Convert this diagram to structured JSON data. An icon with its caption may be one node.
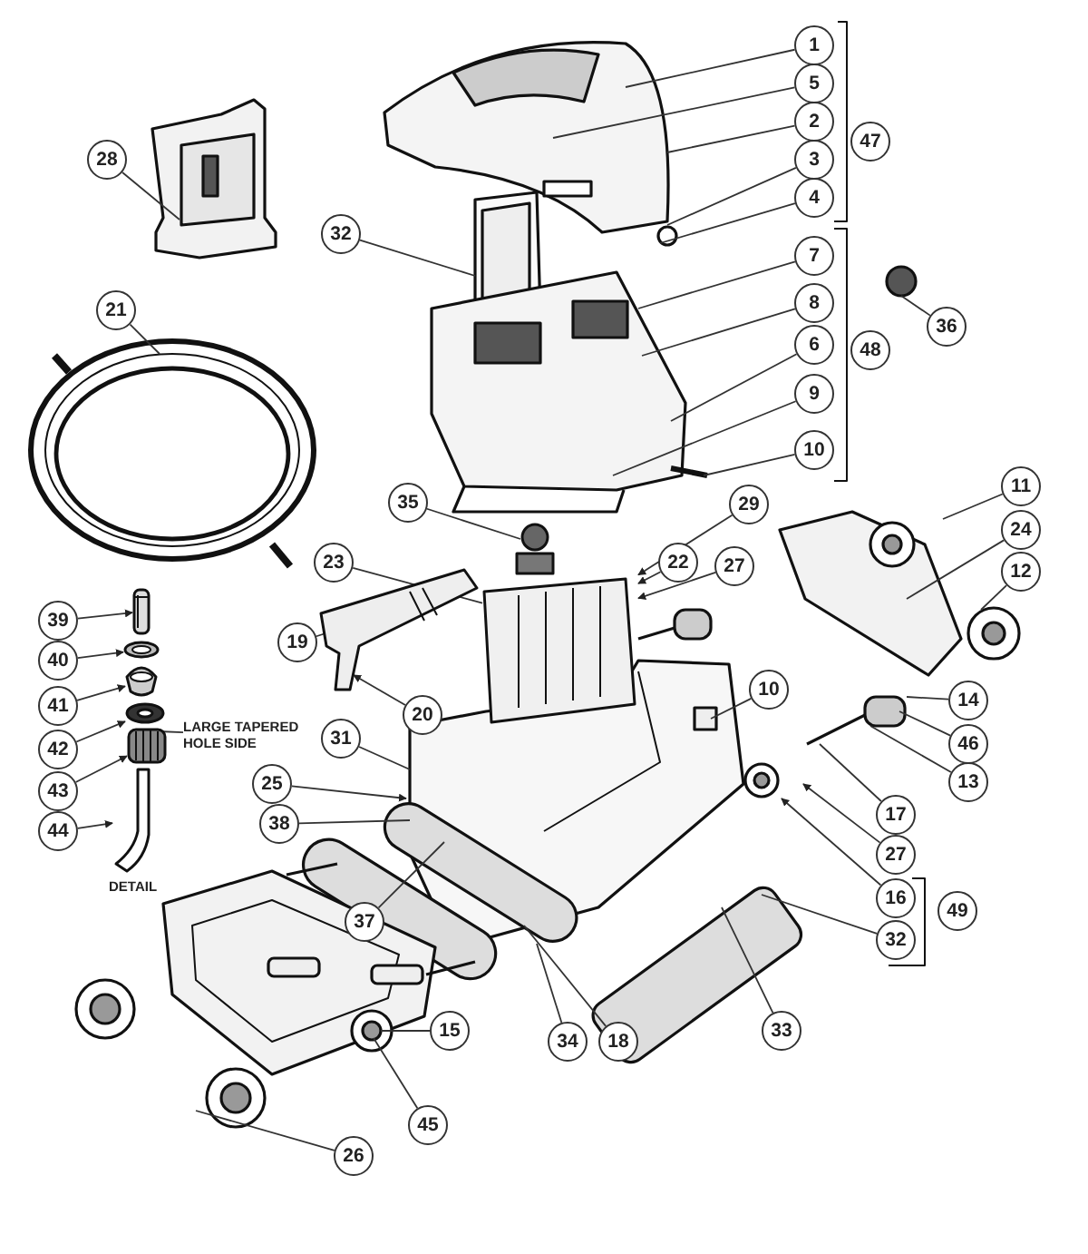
{
  "diagram": {
    "nodes": [
      {
        "text": [
          "1"
        ]
      },
      {
        "text": [
          "5"
        ]
      },
      {
        "text": [
          "2"
        ]
      },
      {
        "text": [
          "3"
        ]
      },
      {
        "text": [
          "4"
        ]
      },
      {
        "text": [
          "47"
        ]
      },
      {
        "text": [
          "7"
        ]
      },
      {
        "text": [
          "8"
        ]
      },
      {
        "text": [
          "6"
        ]
      },
      {
        "text": [
          "9"
        ]
      },
      {
        "text": [
          "10"
        ]
      },
      {
        "text": [
          "48"
        ]
      },
      {
        "text": [
          "36"
        ]
      },
      {
        "text": [
          "28"
        ]
      },
      {
        "text": [
          "32"
        ]
      },
      {
        "text": [
          "21"
        ]
      },
      {
        "text": [
          "35"
        ]
      },
      {
        "text": [
          "23"
        ]
      },
      {
        "text": [
          "29"
        ]
      },
      {
        "text": [
          "22"
        ]
      },
      {
        "text": [
          "27"
        ]
      },
      {
        "text": [
          "11"
        ]
      },
      {
        "text": [
          "24"
        ]
      },
      {
        "text": [
          "12"
        ]
      },
      {
        "text": [
          "39"
        ]
      },
      {
        "text": [
          "40"
        ]
      },
      {
        "text": [
          "41"
        ]
      },
      {
        "text": [
          "42"
        ]
      },
      {
        "text": [
          "43"
        ]
      },
      {
        "text": [
          "44"
        ]
      },
      {
        "text": [
          "LARGE TAPERED HOLE SIDE"
        ]
      },
      {
        "text": [
          "19"
        ]
      },
      {
        "text": [
          "20"
        ]
      },
      {
        "text": [
          "31"
        ]
      },
      {
        "text": [
          "25"
        ]
      },
      {
        "text": [
          "38"
        ]
      },
      {
        "text": [
          "10"
        ]
      },
      {
        "text": [
          "14"
        ]
      },
      {
        "text": [
          "46"
        ]
      },
      {
        "text": [
          "13"
        ]
      },
      {
        "text": [
          "37"
        ]
      },
      {
        "text": [
          "17"
        ]
      },
      {
        "text": [
          "27"
        ]
      },
      {
        "text": [
          "16"
        ]
      },
      {
        "text": [
          "32"
        ]
      },
      {
        "text": [
          "49"
        ]
      },
      {
        "text": [
          "15"
        ]
      },
      {
        "text": [
          "34"
        ]
      },
      {
        "text": [
          "18"
        ]
      },
      {
        "text": [
          "33"
        ]
      },
      {
        "text": [
          "45"
        ]
      },
      {
        "text": [
          "26"
        ]
      },
      {
        "text": [],
        "shape": "picture"
      },
      {
        "text": [],
        "shape": "picture"
      },
      {
        "text": [],
        "shape": "picture"
      },
      {
        "text": [],
        "shape": "picture"
      },
      {
        "text": [],
        "shape": "picture"
      },
      {
        "text": [],
        "shape": "picture"
      },
      {
        "text": [],
        "shape": "picture"
      },
      {
        "text": [],
        "shape": "picture"
      }
    ],
    "edges": [
      {
        "from": 0,
        "to": null,
        "arrow": "none"
      },
      {
        "from": 1,
        "to": null,
        "arrow": "none"
      },
      {
        "from": 2,
        "to": null,
        "arrow": "none"
      },
      {
        "from": 3,
        "to": null,
        "arrow": "none"
      },
      {
        "from": 4,
        "to": null,
        "arrow": "none"
      },
      {
        "from": 6,
        "to": null,
        "arrow": "none"
      },
      {
        "from": 7,
        "to": null,
        "arrow": "none"
      },
      {
        "from": 8,
        "to": null,
        "arrow": "none"
      },
      {
        "from": 9,
        "to": null,
        "arrow": "none"
      },
      {
        "from": 10,
        "to": null,
        "arrow": "none"
      },
      {
        "from": 12,
        "to": null,
        "arrow": "none"
      },
      {
        "from": 13,
        "to": null,
        "arrow": "none"
      },
      {
        "from": 14,
        "to": null,
        "arrow": "none"
      },
      {
        "from": 15,
        "to": null,
        "arrow": "none"
      },
      {
        "from": 16,
        "to": 59,
        "arrow": "none"
      },
      {
        "from": 17,
        "to": 59,
        "arrow": "none"
      },
      {
        "from": 18,
        "to": 59,
        "arrow": "to"
      },
      {
        "from": 19,
        "to": 59,
        "arrow": "to"
      },
      {
        "from": 20,
        "to": 59,
        "arrow": "to"
      },
      {
        "from": 21,
        "to": null,
        "arrow": "none"
      },
      {
        "from": 22,
        "to": null,
        "arrow": "none"
      },
      {
        "from": 23,
        "to": null,
        "arrow": "none"
      },
      {
        "from": 24,
        "to": 52,
        "arrow": "to"
      },
      {
        "from": 25,
        "to": 53,
        "arrow": "to"
      },
      {
        "from": 26,
        "to": 54,
        "arrow": "to"
      },
      {
        "from": 27,
        "to": 55,
        "arrow": "to"
      },
      {
        "from": 28,
        "to": 56,
        "arrow": "to"
      },
      {
        "from": 29,
        "to": 57,
        "arrow": "to"
      },
      {
        "from": 30,
        "to": 56,
        "arrow": "none"
      },
      {
        "from": 31,
        "to": 58,
        "arrow": "none"
      },
      {
        "from": 32,
        "to": 58,
        "arrow": "to"
      },
      {
        "from": 33,
        "to": null,
        "arrow": "none"
      },
      {
        "from": 34,
        "to": null,
        "arrow": "to"
      },
      {
        "from": 35,
        "to": null,
        "arrow": "none"
      },
      {
        "from": 36,
        "to": null,
        "arrow": "none"
      },
      {
        "from": 37,
        "to": null,
        "arrow": "none"
      },
      {
        "from": 38,
        "to": null,
        "arrow": "none"
      },
      {
        "from": 39,
        "to": null,
        "arrow": "none"
      },
      {
        "from": 40,
        "to": null,
        "arrow": "none"
      },
      {
        "from": 41,
        "to": null,
        "arrow": "none"
      },
      {
        "from": 42,
        "to": null,
        "arrow": "to"
      },
      {
        "from": 43,
        "to": null,
        "arrow": "to"
      },
      {
        "from": 44,
        "to": null,
        "arrow": "none"
      },
      {
        "from": 46,
        "to": null,
        "arrow": "none"
      },
      {
        "from": 47,
        "to": null,
        "arrow": "none"
      },
      {
        "from": 48,
        "to": null,
        "arrow": "none"
      },
      {
        "from": 49,
        "to": null,
        "arrow": "none"
      },
      {
        "from": 50,
        "to": null,
        "arrow": "none"
      },
      {
        "from": 51,
        "to": null,
        "arrow": "none"
      }
    ],
    "labels": [
      "DETAIL"
    ]
  }
}
